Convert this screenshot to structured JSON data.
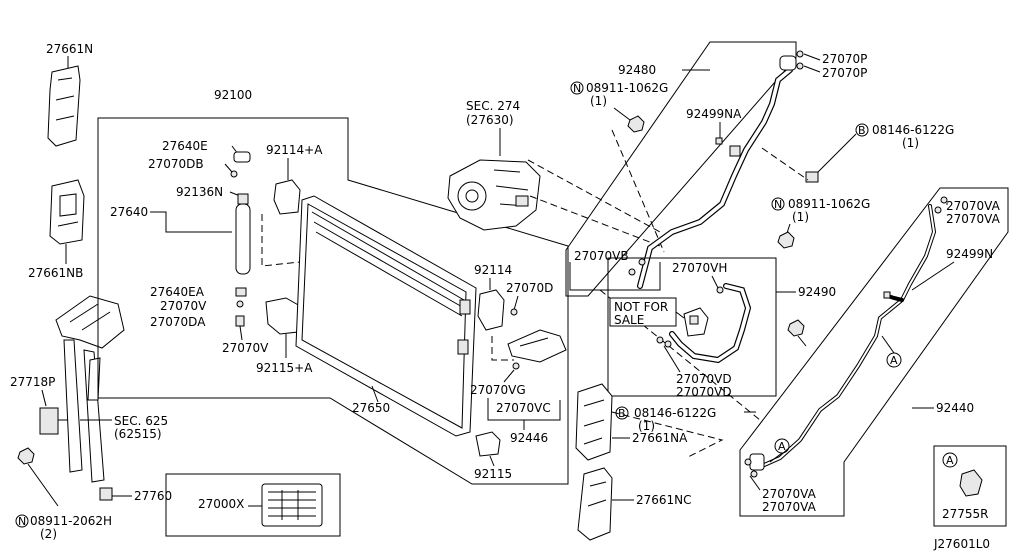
{
  "diagram_id": "J27601L0",
  "labels": {
    "p27661N": "27661N",
    "p27661NB": "27661NB",
    "p27718P": "27718P",
    "sec625": "SEC. 625",
    "sec625_ref": "(62515)",
    "n08911_2062H": "08911-2062H",
    "qty2": "(2)",
    "p27760": "27760",
    "p92100": "92100",
    "p27640E": "27640E",
    "p27070DB": "27070DB",
    "p92136N": "92136N",
    "p27640": "27640",
    "p27640EA": "27640EA",
    "p27070V": "27070V",
    "p27070DA": "27070DA",
    "p27070V_2": "27070V",
    "p92114A": "92114+A",
    "p92115A": "92115+A",
    "p27650": "27650",
    "p27000X": "27000X",
    "p92114": "92114",
    "p27070D": "27070D",
    "p27070VG": "27070VG",
    "p27070VC": "27070VC",
    "p92446": "92446",
    "p92115": "92115",
    "sec274": "SEC. 274",
    "sec274_ref": "(27630)",
    "n08911_1062G_a": "08911-1062G",
    "qty1_a": "(1)",
    "p92480": "92480",
    "p27070P_a": "27070P",
    "p27070P_b": "27070P",
    "p92499NA": "92499NA",
    "b08146_6122G_a": "08146-6122G",
    "qty1_b": "(1)",
    "n08911_1062G_b": "08911-1062G",
    "qty1_c": "(1)",
    "p27070VB": "27070VB",
    "p27070VH": "27070VH",
    "p92490": "92490",
    "not_for": "NOT FOR",
    "sale": "SALE",
    "p27070VD_a": "27070VD",
    "p27070VD_b": "27070VD",
    "b08146_6122G_b": "08146-6122G",
    "qty1_d": "(1)",
    "p27661NA": "27661NA",
    "p27661NC": "27661NC",
    "p27070VA_a": "27070VA",
    "p27070VA_b": "27070VA",
    "p92499N": "92499N",
    "p92440": "92440",
    "p27070VA_c": "27070VA",
    "p27070VA_d": "27070VA",
    "p27755R": "27755R",
    "callout_a": "A",
    "circle_n": "N",
    "circle_b": "B"
  }
}
